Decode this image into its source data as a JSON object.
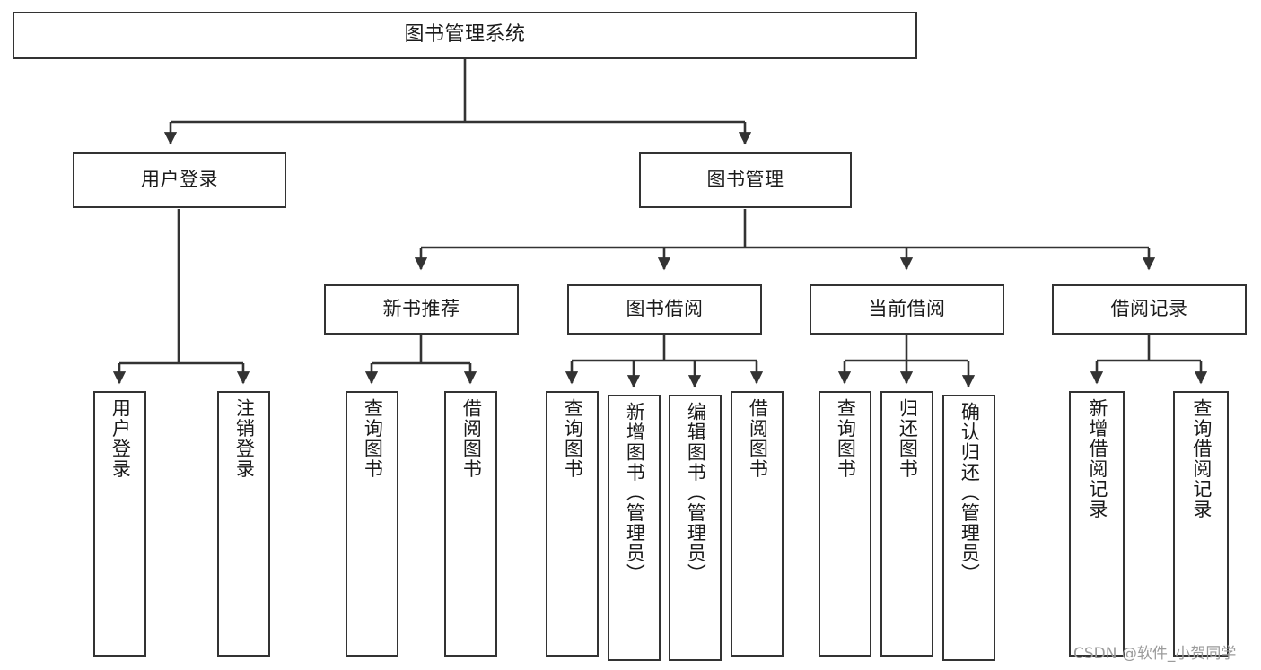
{
  "diagram": {
    "type": "tree",
    "orientation": "top-down",
    "title": "图书管理系统",
    "colors": {
      "box_border": "#333333",
      "box_fill": "#ffffff",
      "edge": "#333333",
      "text": "#1a1a1a",
      "watermark": "#9b9b9b",
      "background": "#ffffff"
    },
    "watermark": "CSDN @软件_小贺同学",
    "nodes": {
      "root": {
        "label": "图书管理系统"
      },
      "level2": [
        {
          "label": "用户登录"
        },
        {
          "label": "图书管理"
        }
      ],
      "level3": [
        {
          "label": "新书推荐"
        },
        {
          "label": "图书借阅"
        },
        {
          "label": "当前借阅"
        },
        {
          "label": "借阅记录"
        }
      ],
      "leaves": {
        "user_login": [
          {
            "label": "用户登录"
          },
          {
            "label": "注销登录"
          }
        ],
        "new_book_rec": [
          {
            "label": "查询图书"
          },
          {
            "label": "借阅图书"
          }
        ],
        "book_borrow": [
          {
            "label": "查询图书"
          },
          {
            "label": "新增图书（管理员）"
          },
          {
            "label": "编辑图书（管理员）"
          },
          {
            "label": "借阅图书"
          }
        ],
        "current_borrow": [
          {
            "label": "查询图书"
          },
          {
            "label": "归还图书"
          },
          {
            "label": "确认归还（管理员）"
          }
        ],
        "borrow_record": [
          {
            "label": "新增借阅记录"
          },
          {
            "label": "查询借阅记录"
          }
        ]
      }
    }
  }
}
